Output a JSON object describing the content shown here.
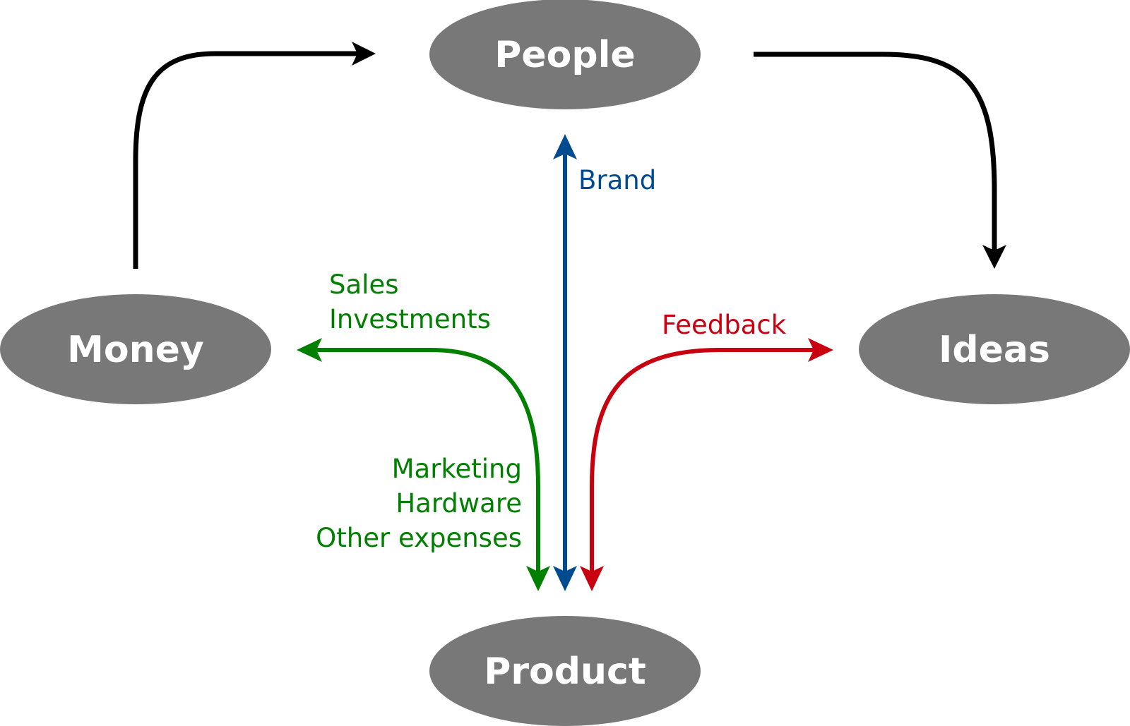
{
  "colors": {
    "node_fill": "#787878",
    "node_text": "#ffffff",
    "cycle_arrow": "#000000",
    "money_flow": "#008000",
    "brand": "#004a8f",
    "feedback": "#c8000f"
  },
  "nodes": {
    "people": "People",
    "money": "Money",
    "ideas": "Ideas",
    "product": "Product"
  },
  "labels": {
    "brand": "Brand",
    "sales": "Sales",
    "investments": "Investments",
    "feedback": "Feedback",
    "marketing": "Marketing",
    "hardware": "Hardware",
    "other_expenses": "Other expenses"
  }
}
